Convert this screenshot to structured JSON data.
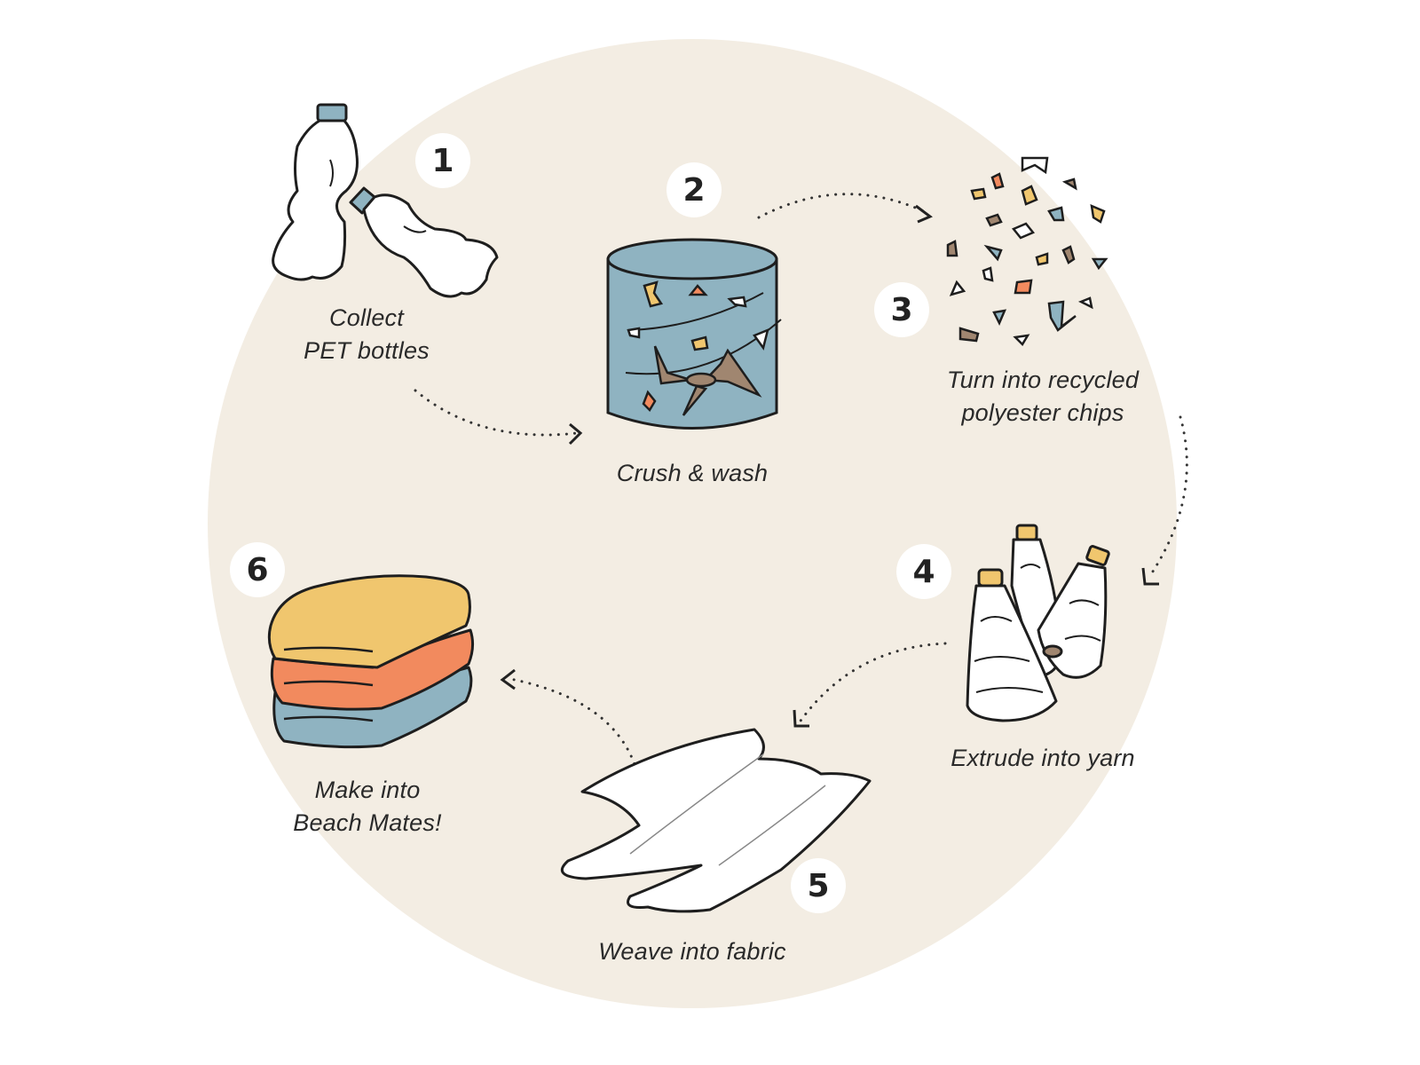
{
  "diagram": {
    "title": "Recycling cycle from PET bottles to Beach Mates",
    "colors": {
      "circle_bg": "#f3ede3",
      "outline": "#1e1e1e",
      "blue": "#8fb3c1",
      "yellow": "#f0c66e",
      "orange": "#f28a5e",
      "brown": "#a08670",
      "white": "#ffffff"
    },
    "steps": [
      {
        "number": "1",
        "label_lines": [
          "Collect",
          "PET bottles"
        ],
        "icon": "bottles-icon"
      },
      {
        "number": "2",
        "label_lines": [
          "Crush & wash"
        ],
        "icon": "washer-drum-icon"
      },
      {
        "number": "3",
        "label_lines": [
          "Turn into recycled",
          "polyester chips"
        ],
        "icon": "chips-icon"
      },
      {
        "number": "4",
        "label_lines": [
          "Extrude into yarn"
        ],
        "icon": "yarn-spools-icon"
      },
      {
        "number": "5",
        "label_lines": [
          "Weave into fabric"
        ],
        "icon": "fabric-icon"
      },
      {
        "number": "6",
        "label_lines": [
          "Make into",
          "Beach Mates!"
        ],
        "icon": "folded-towels-icon"
      }
    ]
  }
}
